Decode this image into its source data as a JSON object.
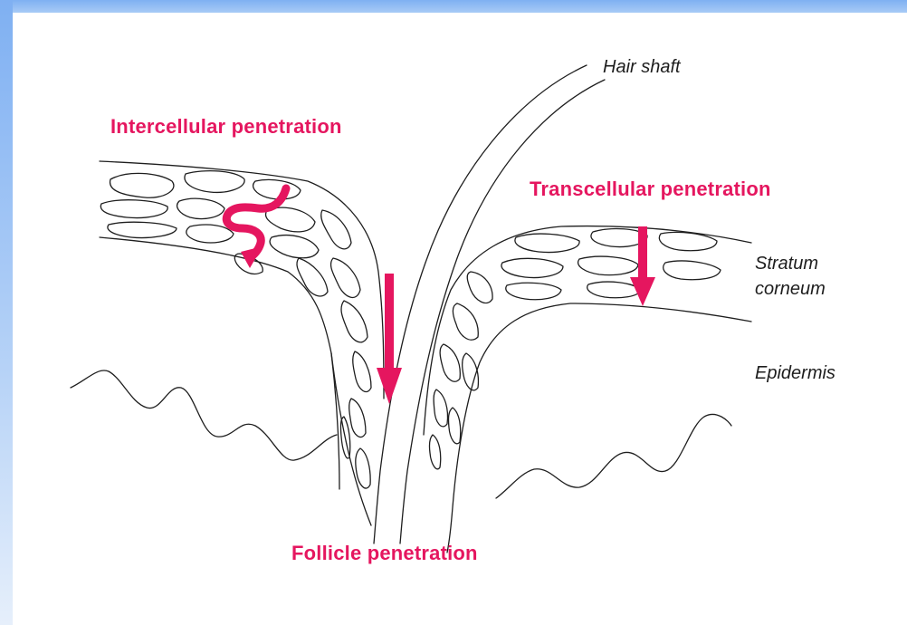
{
  "labels": {
    "hair_shaft": "Hair shaft",
    "intercellular": "Intercellular penetration",
    "transcellular": "Transcellular penetration",
    "stratum_line1": "Stratum",
    "stratum_line2": "corneum",
    "epidermis": "Epidermis",
    "follicle": "Follicle penetration"
  },
  "colors": {
    "accent": "#e5165f",
    "frame": "#7fb0f2",
    "line": "#1e1e1e"
  }
}
